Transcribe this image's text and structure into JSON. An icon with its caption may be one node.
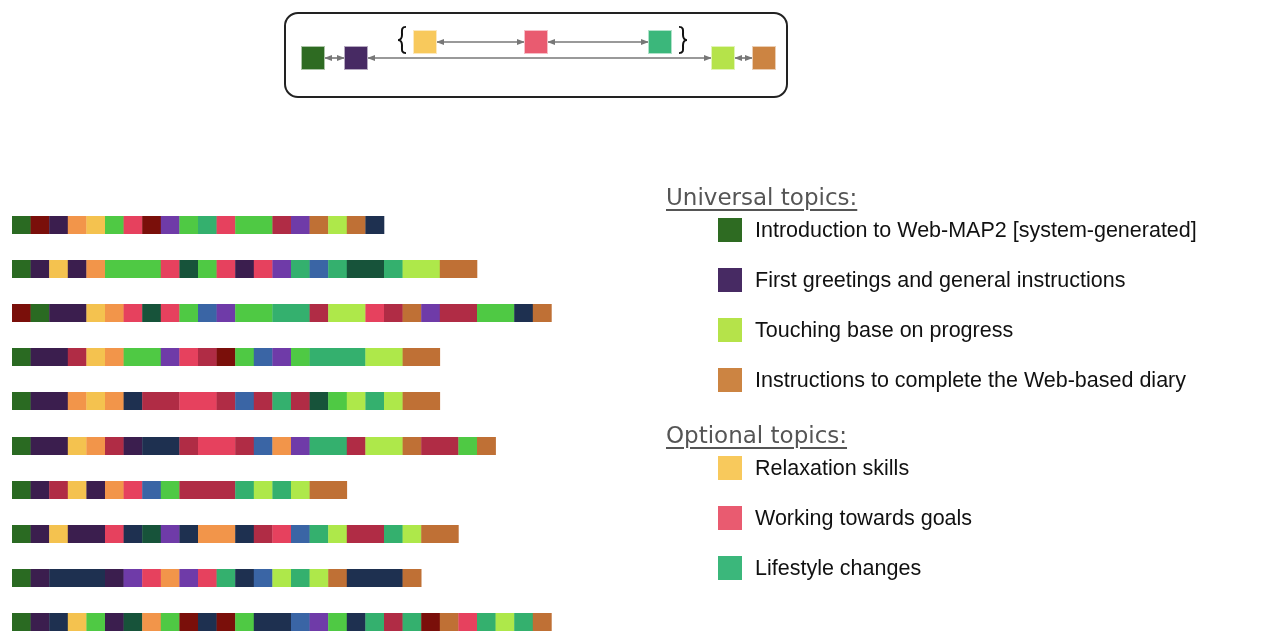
{
  "diagram": {
    "nodes": [
      {
        "text": [],
        "shape": "box"
      },
      {
        "text": [],
        "shape": "box",
        "in": 0
      },
      {
        "text": [],
        "shape": "box",
        "in": 0
      },
      {
        "text": [],
        "shape": "box",
        "in": 0
      },
      {
        "text": [],
        "shape": "box",
        "in": 0
      },
      {
        "text": [],
        "shape": "box",
        "in": 0
      },
      {
        "text": [],
        "shape": "box",
        "in": 0
      },
      {
        "text": [],
        "shape": "box",
        "in": 0
      }
    ],
    "edges": [
      {
        "from": 1,
        "to": 2,
        "arrow": "both"
      },
      {
        "from": 2,
        "to": 6,
        "arrow": "both"
      },
      {
        "from": 3,
        "to": 4,
        "arrow": "both"
      },
      {
        "from": 4,
        "to": 5,
        "arrow": "both"
      },
      {
        "from": 6,
        "to": 7,
        "arrow": "both"
      }
    ],
    "labels": [
      "Universal topics:",
      "Optional topics:"
    ],
    "legend": [
      {
        "text": "Introduction to Web-MAP2 [system-generated]",
        "color": "#2e6b22"
      },
      {
        "text": "First greetings and general instructions",
        "color": "#472a63"
      },
      {
        "text": "Touching base on progress",
        "color": "#b5e34a"
      },
      {
        "text": "Instructions to complete the Web-based diary",
        "color": "#cc8442"
      },
      {
        "text": "Relaxation skills",
        "color": "#f8c95c"
      },
      {
        "text": "Working towards goals",
        "color": "#e95b70"
      },
      {
        "text": "Lifestyle changes",
        "color": "#3bb77b"
      }
    ]
  }
}
